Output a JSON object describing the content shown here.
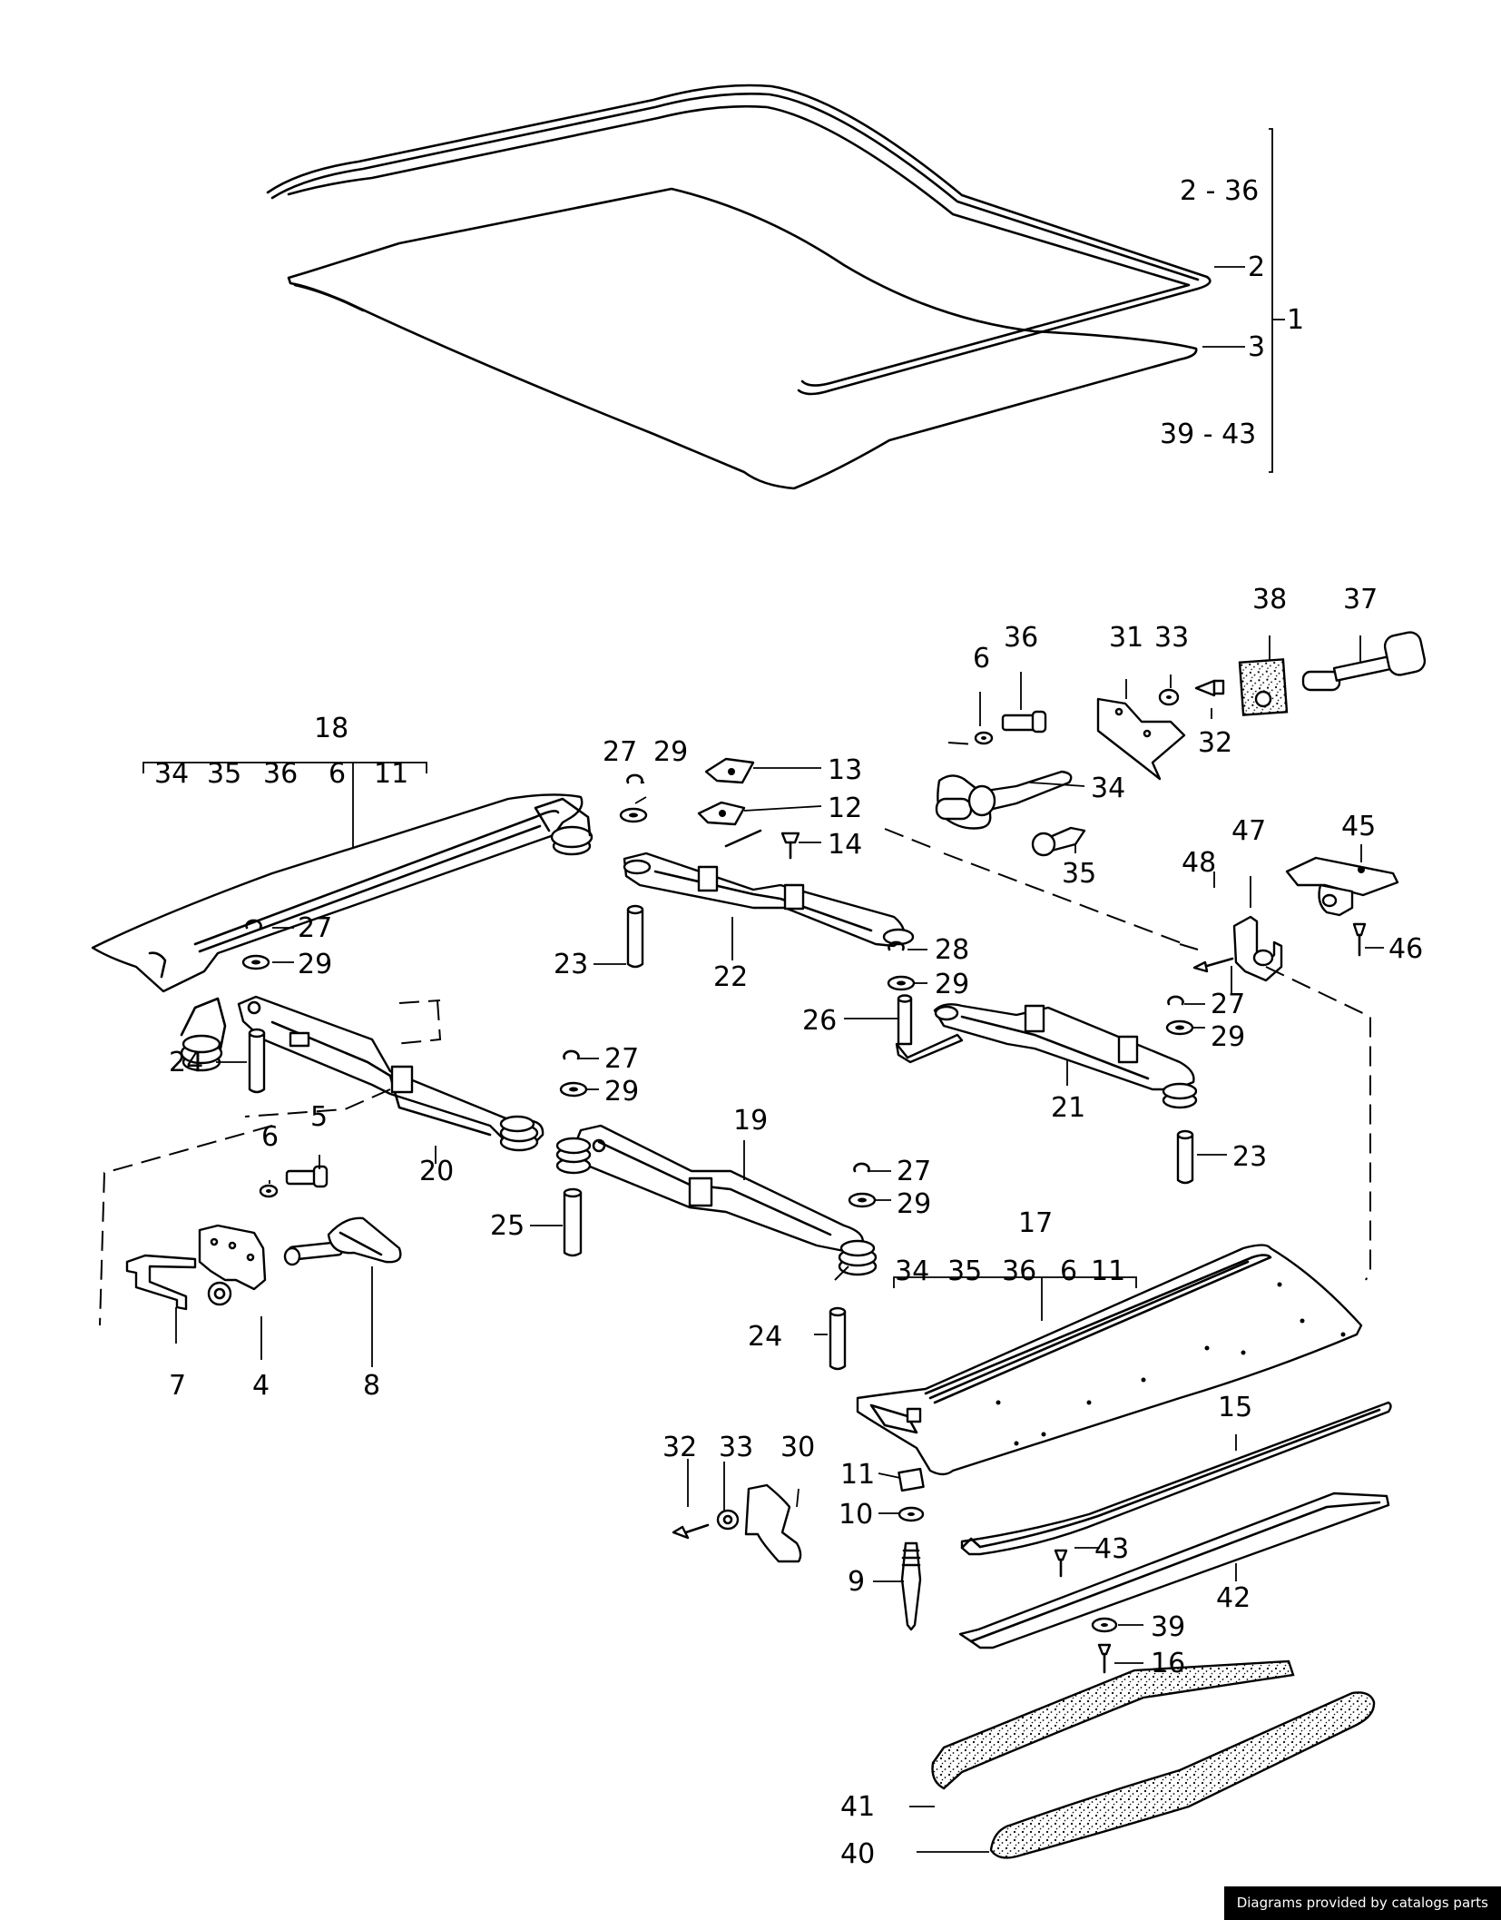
{
  "diagram": {
    "callouts": {
      "c_2_36": "2 - 36",
      "c_2": "2",
      "c_3": "3",
      "c_1": "1",
      "c_39_43": "39 - 43",
      "c_38": "38",
      "c_37": "37",
      "c_6a": "6",
      "c_36a": "36",
      "c_31": "31",
      "c_33a": "33",
      "c_32a": "32",
      "c_34a": "34",
      "c_35a": "35",
      "c_18": "18",
      "c_27a": "27",
      "c_29a": "29",
      "c_13": "13",
      "c_12": "12",
      "c_14": "14",
      "c_48": "48",
      "c_47": "47",
      "c_45": "45",
      "c_46": "46",
      "c_28": "28",
      "c_29b": "29",
      "c_23a": "23",
      "c_22": "22",
      "c_27b": "27",
      "c_29c": "29",
      "c_26": "26",
      "c_27c": "27",
      "c_29d": "29",
      "c_21": "21",
      "c_24a": "24",
      "c_27d": "27",
      "c_29e": "29",
      "c_6b": "6",
      "c_5": "5",
      "c_20": "20",
      "c_19": "19",
      "c_23b": "23",
      "c_27e": "27",
      "c_29f": "29",
      "c_25": "25",
      "c_17": "17",
      "c_7": "7",
      "c_4": "4",
      "c_8": "8",
      "c_24b": "24",
      "c_15": "15",
      "c_32b": "32",
      "c_33b": "33",
      "c_30": "30",
      "c_11b": "11",
      "c_10": "10",
      "c_9": "9",
      "c_43": "43",
      "c_42": "42",
      "c_39": "39",
      "c_16": "16",
      "c_41": "41",
      "c_40": "40"
    },
    "group_18": [
      "34",
      "35",
      "36",
      "6",
      "11"
    ],
    "group_17": [
      "34",
      "35",
      "36",
      "6",
      "11"
    ]
  },
  "credit": "Diagrams provided by catalogs parts"
}
